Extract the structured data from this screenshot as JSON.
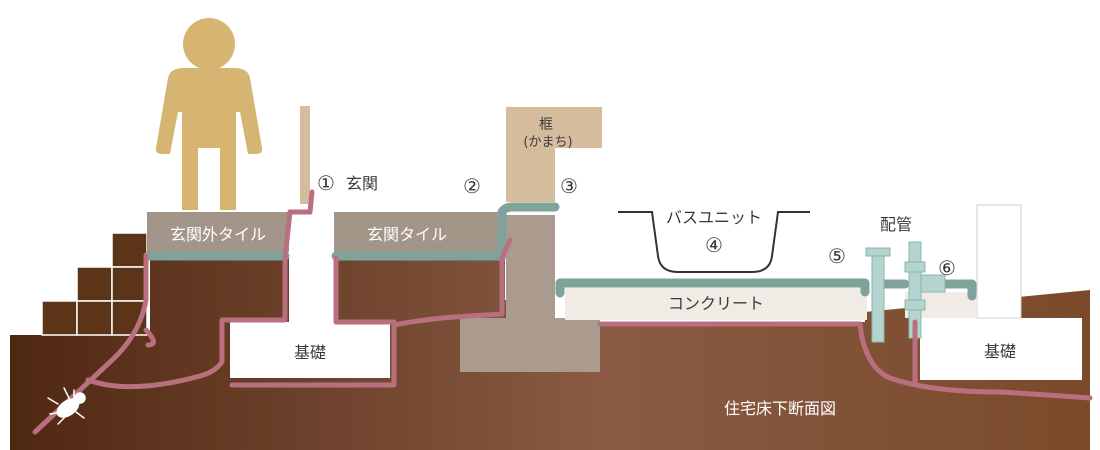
{
  "labels": {
    "genkan_marker": "①",
    "genkan": "玄関",
    "marker2": "②",
    "kamachi_top": "框",
    "kamachi_reading": "(かまち)",
    "marker3": "③",
    "bath_unit": "バスユニット",
    "marker4": "④",
    "marker5": "⑤",
    "piping": "配管",
    "marker6": "⑥",
    "outer_tile": "玄関外タイル",
    "inner_tile": "玄関タイル",
    "concrete": "コンクリート",
    "foundation_left": "基礎",
    "foundation_right": "基礎",
    "caption": "住宅床下断面図"
  },
  "colors": {
    "soil_dark": "#5a2f14",
    "soil_light": "#8b5a43",
    "tile": "#a49589",
    "membrane": "#7fa39b",
    "termite_path": "#b8707e",
    "pillar": "#ab9b8e",
    "kamachi": "#d4bc9d",
    "person": "#d6b572",
    "block": "#5c3519",
    "pipe": "#b4d4cf"
  }
}
